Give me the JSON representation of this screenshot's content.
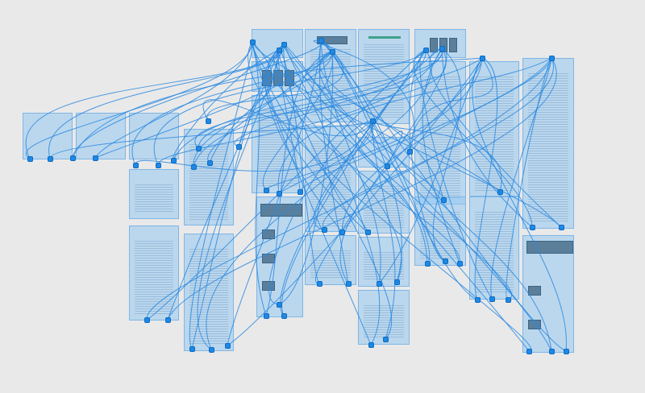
{
  "canvas": {
    "background": "#e9e9e9",
    "artboard_fill": "#96c8f0",
    "link_color": "#2b8ae0",
    "hotspot_color": "#1e88e5"
  },
  "artboards": [
    {
      "id": "a1",
      "title": "",
      "heading": ""
    },
    {
      "id": "a2",
      "title": "",
      "heading": ""
    },
    {
      "id": "a3",
      "title": "",
      "heading": ""
    },
    {
      "id": "a4",
      "title": "",
      "heading": ""
    },
    {
      "id": "a5",
      "title": "",
      "heading": ""
    },
    {
      "id": "a6",
      "title": "",
      "heading": ""
    },
    {
      "id": "a7",
      "title": "",
      "heading": ""
    },
    {
      "id": "a8",
      "title": "",
      "heading": ""
    },
    {
      "id": "a9",
      "title": "",
      "heading": ""
    },
    {
      "id": "a10",
      "title": "",
      "heading": ""
    },
    {
      "id": "a11",
      "title": "",
      "heading": ""
    },
    {
      "id": "a12",
      "title": "",
      "heading": ""
    },
    {
      "id": "a13",
      "title": "",
      "heading": ""
    },
    {
      "id": "a14",
      "title": "",
      "heading": ""
    },
    {
      "id": "a15",
      "title": "",
      "heading": ""
    },
    {
      "id": "a16",
      "title": "",
      "heading": ""
    },
    {
      "id": "a17",
      "title": "",
      "heading": ""
    },
    {
      "id": "a18",
      "title": "",
      "heading": ""
    },
    {
      "id": "a19",
      "title": "",
      "heading": ""
    },
    {
      "id": "a20",
      "title": "",
      "heading": ""
    },
    {
      "id": "a21",
      "title": "",
      "heading": ""
    },
    {
      "id": "a22",
      "title": "",
      "heading": ""
    },
    {
      "id": "a23",
      "title": "",
      "heading": ""
    },
    {
      "id": "a24",
      "title": "",
      "heading": ""
    },
    {
      "id": "a25",
      "title": "",
      "heading": ""
    },
    {
      "id": "a26",
      "title": "",
      "heading": ""
    }
  ]
}
